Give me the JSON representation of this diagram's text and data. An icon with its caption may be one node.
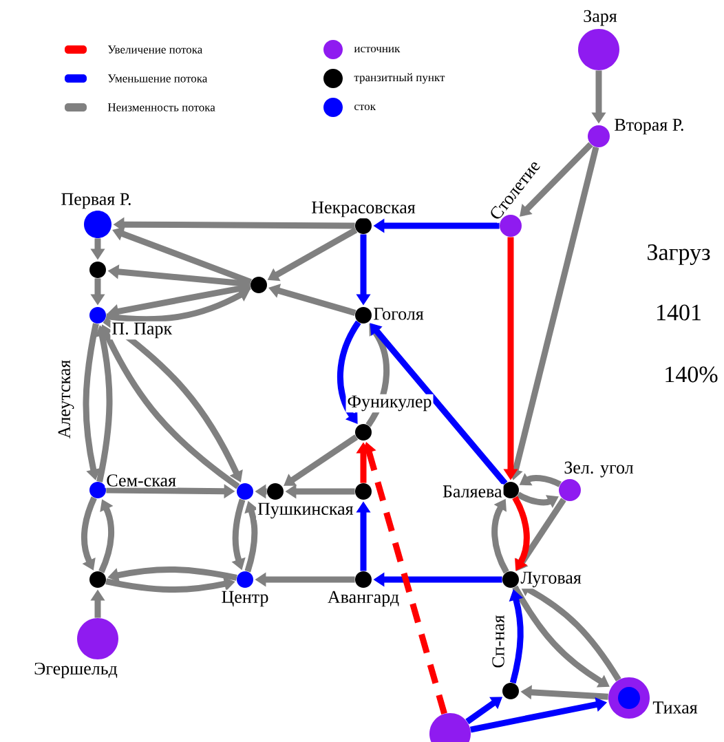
{
  "diagram": {
    "nodes": [
      {
        "text": [
          "Заря"
        ]
      },
      {
        "text": [
          "Вторая Р."
        ]
      },
      {
        "text": [
          "Первая Р."
        ]
      },
      {
        "text": [
          "Некрасовская"
        ]
      },
      {
        "text": [
          "Столетие"
        ]
      },
      {
        "text": [],
        "shape": "circle"
      },
      {
        "text": [],
        "shape": "circle"
      },
      {
        "text": [
          "П. Парк"
        ]
      },
      {
        "text": [
          "Гоголя"
        ]
      },
      {
        "text": [
          "Фуникулер"
        ]
      },
      {
        "text": [
          "Сем-ская"
        ]
      },
      {
        "text": [],
        "shape": "circle"
      },
      {
        "text": [
          "Пушкинская"
        ]
      },
      {
        "text": [],
        "shape": "circle"
      },
      {
        "text": [],
        "shape": "circle"
      },
      {
        "text": [
          "Центр"
        ]
      },
      {
        "text": [
          "Авангард"
        ]
      },
      {
        "text": [
          "Баляева"
        ]
      },
      {
        "text": [
          "Зел. угол"
        ]
      },
      {
        "text": [
          "Луговая"
        ]
      },
      {
        "text": [
          "Эгершельд"
        ]
      },
      {
        "text": [],
        "shape": "circle"
      },
      {
        "text": [
          "Тихая"
        ]
      },
      {
        "text": [],
        "shape": "circle"
      }
    ],
    "edges": [
      {
        "from": 0,
        "to": 1,
        "arrow": "to"
      },
      {
        "from": 1,
        "to": 4,
        "arrow": "to"
      },
      {
        "from": 1,
        "to": 17,
        "arrow": "to"
      },
      {
        "from": 4,
        "to": 3,
        "arrow": "to",
        "color": "#0000ff"
      },
      {
        "from": 4,
        "to": 17,
        "arrow": "to",
        "color": "#ff0000"
      },
      {
        "from": 3,
        "to": 2,
        "arrow": "to"
      },
      {
        "from": 3,
        "to": 6,
        "arrow": "to"
      },
      {
        "from": 3,
        "to": 8,
        "arrow": "to",
        "color": "#0000ff"
      },
      {
        "from": 6,
        "to": 2,
        "arrow": "to"
      },
      {
        "from": 6,
        "to": 5,
        "arrow": "to"
      },
      {
        "from": 6,
        "to": 7,
        "arrow": "to"
      },
      {
        "from": 7,
        "to": 6,
        "arrow": "to"
      },
      {
        "from": 8,
        "to": 6,
        "arrow": "to"
      },
      {
        "from": 2,
        "to": 5,
        "arrow": "to"
      },
      {
        "from": 5,
        "to": 7,
        "arrow": "to"
      },
      {
        "from": 8,
        "to": 9,
        "arrow": "to",
        "color": "#0000ff"
      },
      {
        "from": 9,
        "to": 8,
        "arrow": "to"
      },
      {
        "from": 17,
        "to": 8,
        "arrow": "to",
        "color": "#0000ff"
      },
      {
        "from": 7,
        "to": 10,
        "arrow": "to"
      },
      {
        "from": 10,
        "to": 7,
        "arrow": "to"
      },
      {
        "from": 7,
        "to": 11,
        "arrow": "to"
      },
      {
        "from": 11,
        "to": 7,
        "arrow": "to"
      },
      {
        "from": 10,
        "to": 11,
        "arrow": "to"
      },
      {
        "from": 9,
        "to": 12,
        "arrow": "to"
      },
      {
        "from": 12,
        "to": 11,
        "arrow": "to"
      },
      {
        "from": 13,
        "to": 12,
        "arrow": "to"
      },
      {
        "from": 13,
        "to": 9,
        "arrow": "to",
        "color": "#ff0000"
      },
      {
        "from": 16,
        "to": 13,
        "arrow": "to",
        "color": "#0000ff"
      },
      {
        "from": 11,
        "to": 15,
        "arrow": "to"
      },
      {
        "from": 15,
        "to": 11,
        "arrow": "to"
      },
      {
        "from": 10,
        "to": 14,
        "arrow": "to"
      },
      {
        "from": 14,
        "to": 10,
        "arrow": "to"
      },
      {
        "from": 15,
        "to": 14,
        "arrow": "to"
      },
      {
        "from": 14,
        "to": 15,
        "arrow": "to"
      },
      {
        "from": 16,
        "to": 15,
        "arrow": "to"
      },
      {
        "from": 20,
        "to": 14,
        "arrow": "to"
      },
      {
        "from": 19,
        "to": 16,
        "arrow": "to",
        "color": "#0000ff"
      },
      {
        "from": 18,
        "to": 17,
        "arrow": "to"
      },
      {
        "from": 17,
        "to": 18,
        "arrow": "to"
      },
      {
        "from": 18,
        "to": 19,
        "arrow": "to"
      },
      {
        "from": 19,
        "to": 17,
        "arrow": "to"
      },
      {
        "from": 17,
        "to": 19,
        "arrow": "to",
        "color": "#ff0000"
      },
      {
        "from": 19,
        "to": 22,
        "arrow": "to"
      },
      {
        "from": 22,
        "to": 19,
        "arrow": "to"
      },
      {
        "from": 22,
        "to": 21,
        "arrow": "to"
      },
      {
        "from": 21,
        "to": 19,
        "arrow": "to",
        "color": "#0000ff"
      },
      {
        "from": 23,
        "to": 21,
        "arrow": "to",
        "color": "#0000ff"
      },
      {
        "from": 23,
        "to": 22,
        "arrow": "to",
        "color": "#0000ff"
      },
      {
        "from": 23,
        "to": 9,
        "arrow": "to",
        "style": "dashed",
        "color": "#ff0000"
      }
    ],
    "labels": [
      "Алеутская",
      "Сп-ная",
      "Загруз",
      "1401",
      "140%"
    ],
    "legend": [
      {
        "text": "Увеличение потока",
        "color": "#ff0000"
      },
      {
        "text": "Уменьшение потока",
        "color": "#0000ff"
      },
      {
        "text": "Неизменность потока",
        "color": "#808080"
      },
      {
        "text": "источник",
        "color": "#8f1bf0"
      },
      {
        "text": "транзитный пункт",
        "color": "#000000"
      },
      {
        "text": "сток",
        "color": "#0000ff"
      }
    ]
  }
}
